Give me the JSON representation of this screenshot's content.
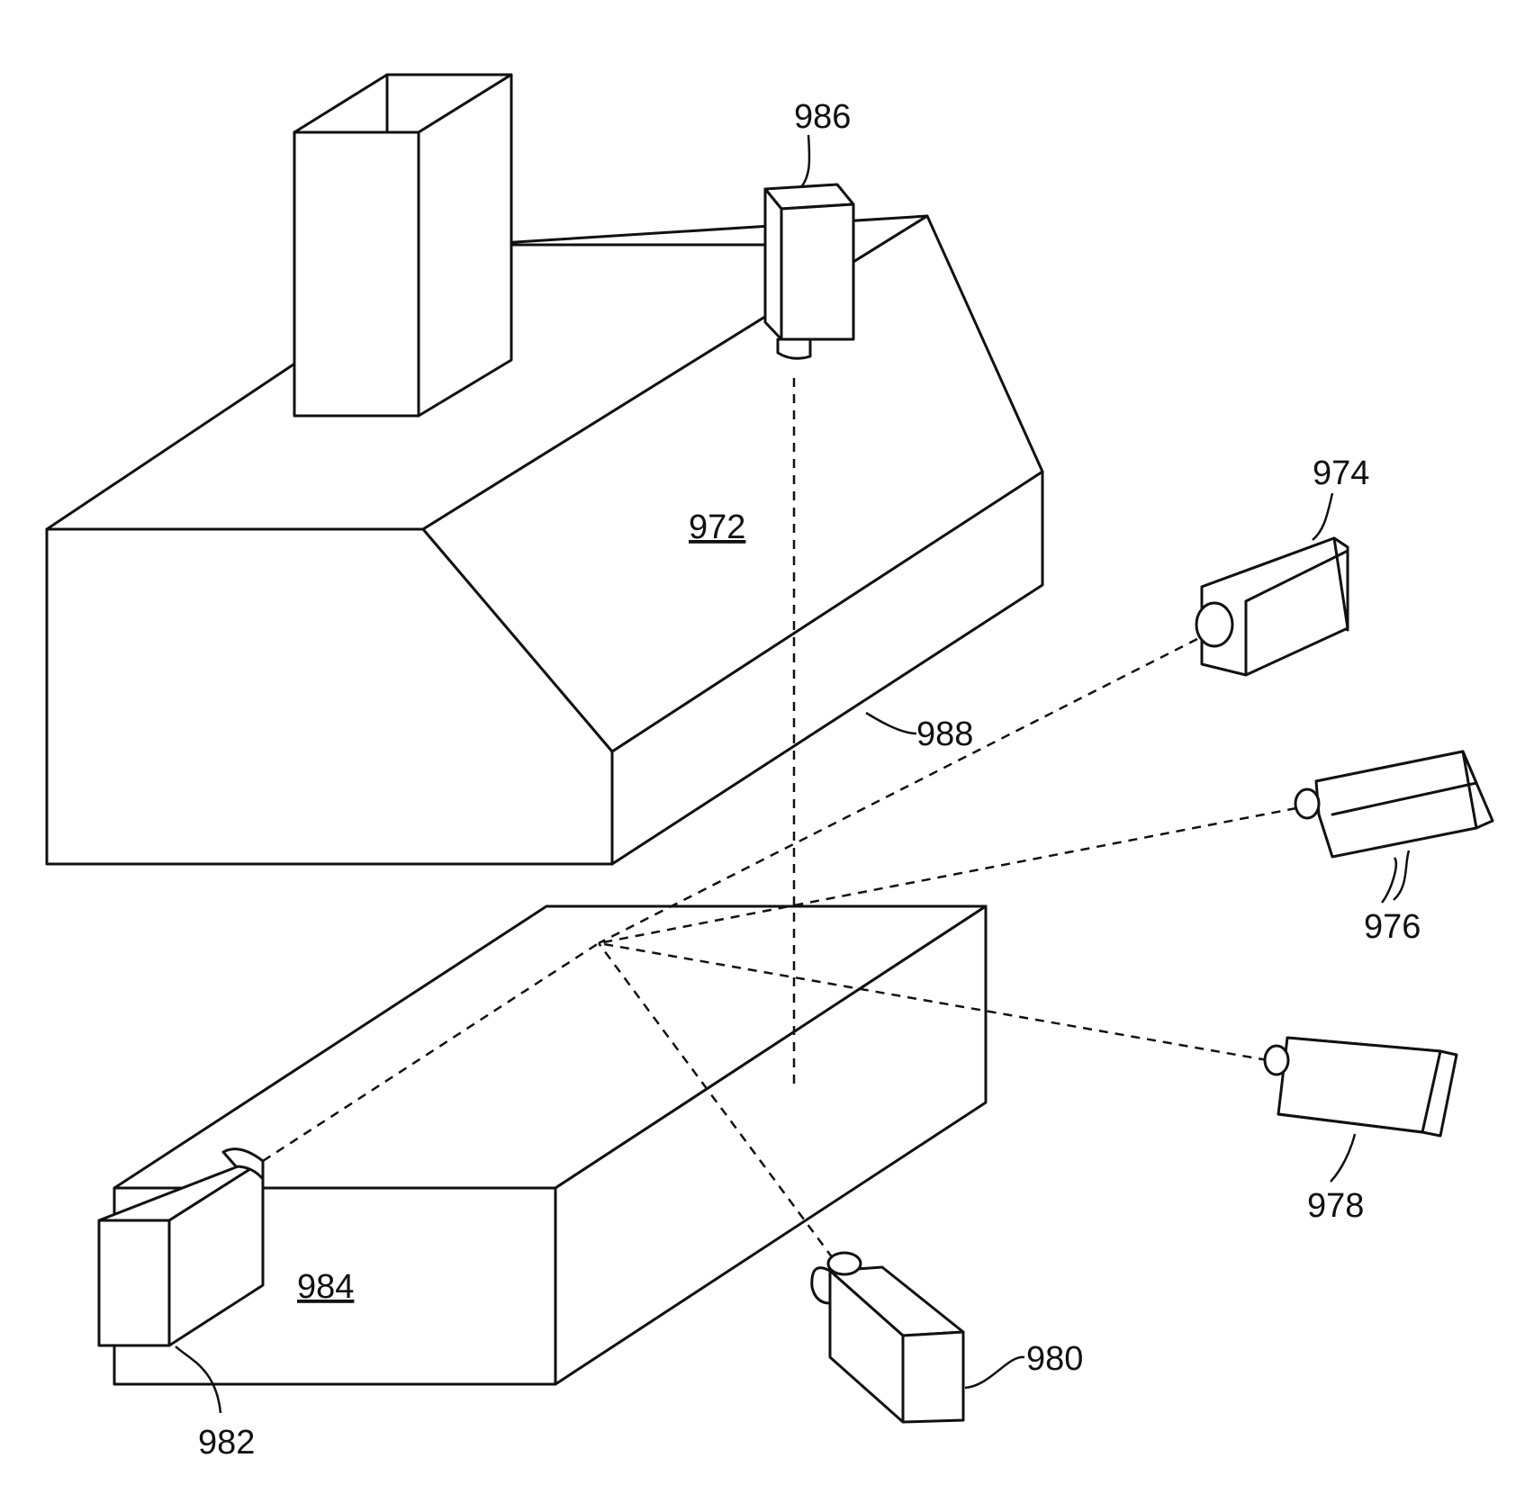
{
  "labels": {
    "l972": "972",
    "l974": "974",
    "l976": "976",
    "l978": "978",
    "l980": "980",
    "l982": "982",
    "l984": "984",
    "l986": "986",
    "l988": "988"
  },
  "colors": {
    "line": "#111111",
    "background": "#ffffff"
  }
}
